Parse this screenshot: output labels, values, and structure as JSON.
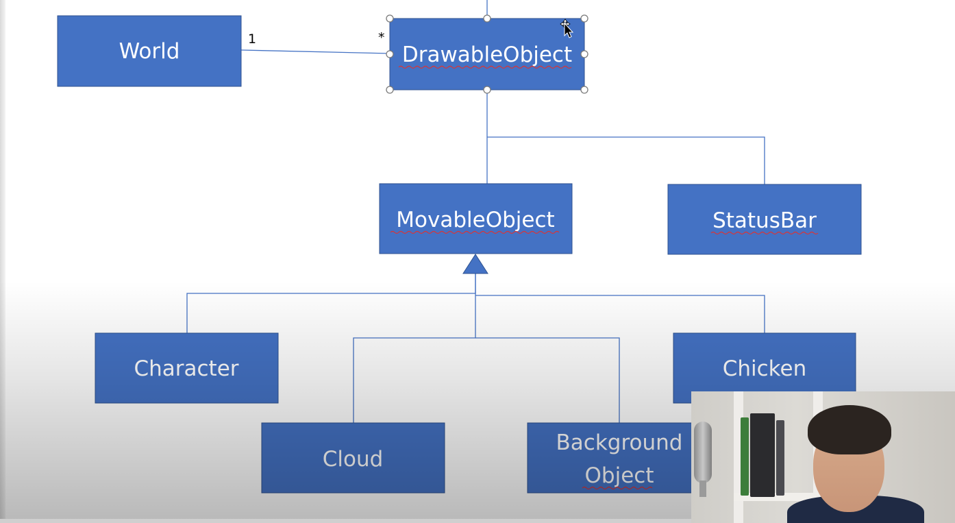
{
  "diagram": {
    "boxes": {
      "world": "World",
      "drawable_object": "DrawableObject",
      "movable_object": "MovableObject",
      "status_bar": "StatusBar",
      "character": "Character",
      "chicken": "Chicken",
      "cloud": "Cloud",
      "background_object_line1": "Background",
      "background_object_line2": "Object"
    },
    "association": {
      "world_multiplicity": "1",
      "drawable_multiplicity": "*"
    }
  },
  "colors": {
    "box_fill": "#4472c4",
    "box_stroke": "#2f528f",
    "connector": "#4472c4",
    "label": "#ffffff"
  }
}
